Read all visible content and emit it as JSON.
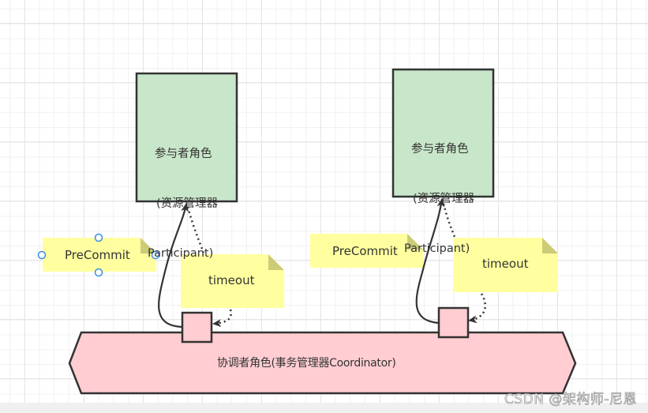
{
  "diagram": {
    "participants": [
      {
        "line1": "参与者角色",
        "line2": "(资源管理器",
        "line3": "Participant)"
      },
      {
        "line1": "参与者角色",
        "line2": "(资源管理器",
        "line3": "Participant)"
      }
    ],
    "coordinator": {
      "label": "协调者角色(事务管理器Coordinator)"
    },
    "notes": [
      {
        "label": "PreCommit",
        "selected": true
      },
      {
        "label": "timeout"
      },
      {
        "label": "PreCommit"
      },
      {
        "label": "timeout"
      }
    ],
    "colors": {
      "participant_fill": "#c8e6c9",
      "coordinator_fill": "#ffcdd2",
      "note_fill": "#ffff9f",
      "note_fold": "#cccc77",
      "stroke": "#333333",
      "selection_handle": "#3d8de6"
    }
  },
  "watermark": "CSDN @架构师-尼恩"
}
